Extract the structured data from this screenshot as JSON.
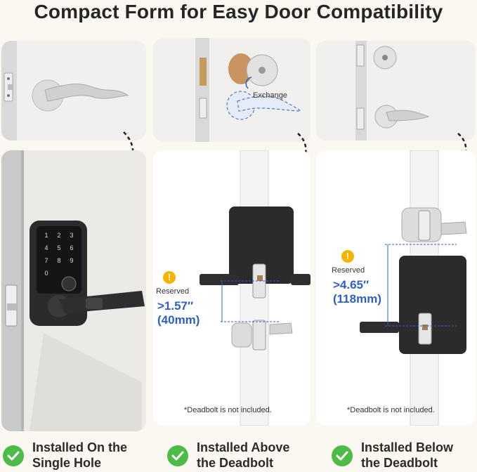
{
  "title": "Compact Form for Easy Door Compatibility",
  "exchange_label": "Exchange",
  "panels": [
    {
      "caption_line1": "Installed On the",
      "caption_line2": "Single Hole"
    },
    {
      "caption_line1": "Installed Above",
      "caption_line2": "the Deadbolt",
      "reserved_label": "Reserved",
      "dim_in": ">1.57″",
      "dim_mm": "(40mm)",
      "note": "*Deadbolt is not included."
    },
    {
      "caption_line1": "Installed Below",
      "caption_line2": "the Deadbolt",
      "reserved_label": "Reserved",
      "dim_in": ">4.65″",
      "dim_mm": "(118mm)",
      "note": "*Deadbolt is not included."
    }
  ],
  "keypad_digits": [
    "1",
    "2",
    "3",
    "4",
    "5",
    "6",
    "7",
    "8",
    "9",
    "0"
  ],
  "colors": {
    "accent_blue": "#2f5fc4",
    "check_green": "#4cbb47",
    "warn_yellow": "#f4b400"
  },
  "icons": [
    "check-icon",
    "warning-icon",
    "arrow-icon"
  ]
}
